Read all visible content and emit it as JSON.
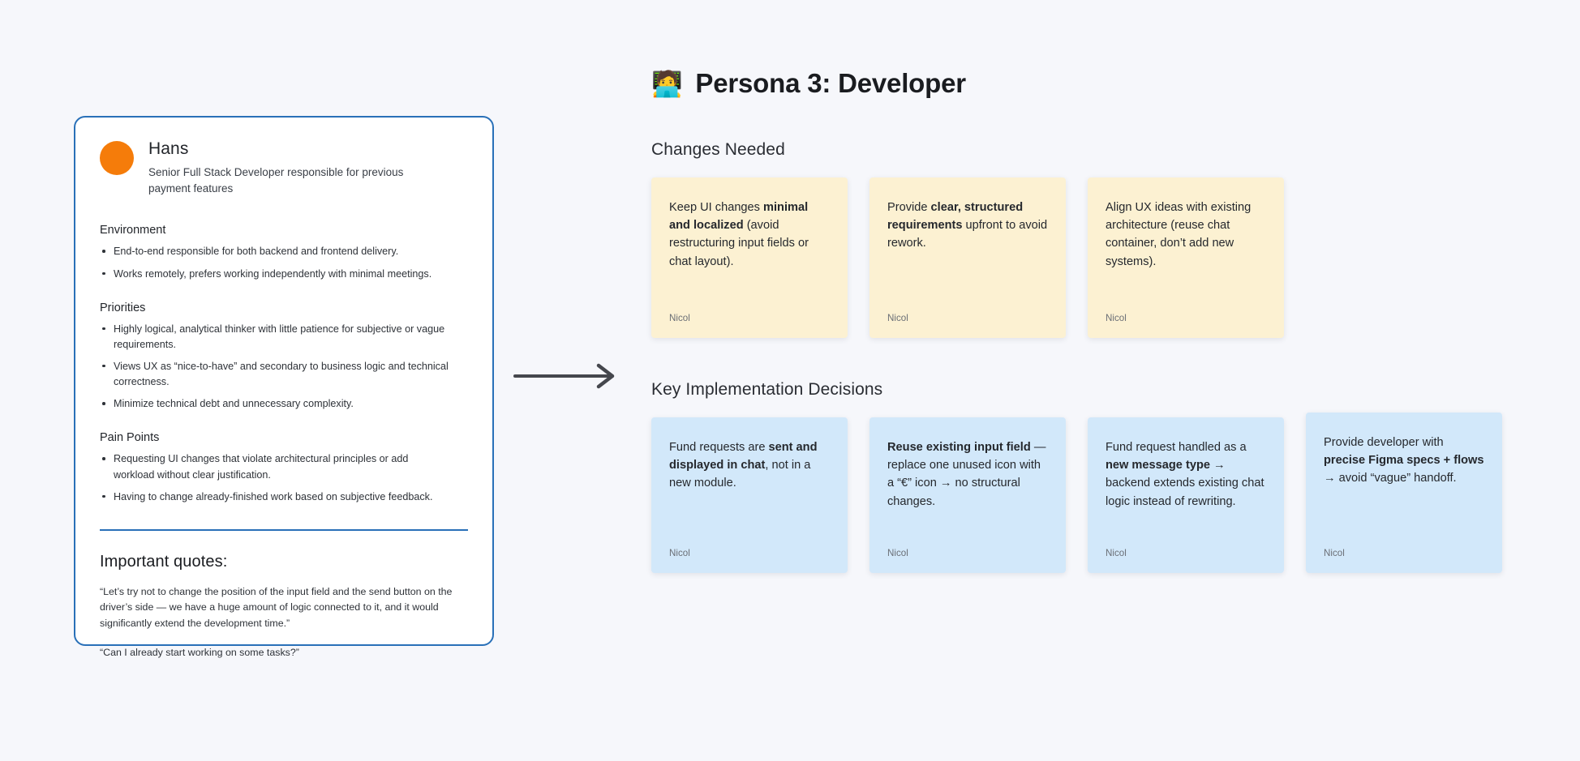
{
  "theme": {
    "page_bg": "#F6F7FB",
    "card_border": "#2970B8",
    "avatar": "#F57C0A",
    "sticky_yellow": "#FCF1D2",
    "sticky_blue": "#D2E8FA",
    "text": "#22252A"
  },
  "persona_card": {
    "name": "Hans",
    "role": "Senior Full Stack Developer responsible for previous payment features",
    "sections": [
      {
        "title": "Environment",
        "items": [
          "End-to-end responsible for both backend and frontend delivery.",
          "Works remotely, prefers working independently with minimal meetings."
        ]
      },
      {
        "title": "Priorities",
        "items": [
          "Highly logical, analytical thinker with little patience for subjective or vague requirements.",
          "Views UX as “nice-to-have” and secondary to business logic and technical correctness.",
          "Minimize technical debt and unnecessary complexity."
        ]
      },
      {
        "title": "Pain Points",
        "items": [
          "Requesting UI changes that violate architectural principles or add workload without clear justification.",
          "Having to change already-finished work based on subjective feedback."
        ]
      }
    ],
    "quotes_title": "Important quotes:",
    "quotes": [
      "“Let’s try not to change the position of the input field and the send button on the driver’s side — we have a huge amount of logic connected to it, and it would significantly extend the development time.”",
      "“Can I already start working on some tasks?”"
    ]
  },
  "header": {
    "emoji": "🧑‍💻",
    "title": "Persona 3: Developer"
  },
  "changes_needed": {
    "heading": "Changes Needed",
    "cards": [
      {
        "html": "Keep UI changes <b>minimal and localized</b> (avoid restructuring input fields or chat layout).",
        "plain": "Keep UI changes minimal and localized (avoid restructuring input fields or chat layout).",
        "author": "Nicol"
      },
      {
        "html": "Provide <b>clear, structured requirements</b> upfront to avoid rework.",
        "plain": "Provide clear, structured requirements upfront to avoid rework.",
        "author": "Nicol"
      },
      {
        "html": "Align UX ideas with existing architecture (reuse chat container, don’t add new systems).",
        "plain": "Align UX ideas with existing architecture (reuse chat container, don’t add new systems).",
        "author": "Nicol"
      }
    ]
  },
  "key_decisions": {
    "heading": "Key Implementation Decisions",
    "cards": [
      {
        "html": "Fund requests are <b>sent and displayed in chat</b>, not in a new module.",
        "plain": "Fund requests are sent and displayed in chat, not in a new module.",
        "author": "Nicol"
      },
      {
        "html": "<b>Reuse existing input field</b> — replace one unused icon with a “€” icon → no structural changes.",
        "plain": "Reuse existing input field — replace one unused icon with a “€” icon → no structural changes.",
        "author": "Nicol"
      },
      {
        "html": "Fund request handled as a <b>new message type →</b> backend extends existing chat logic instead of rewriting.",
        "plain": "Fund request handled as a new message type → backend extends existing chat logic instead of rewriting.",
        "author": "Nicol"
      },
      {
        "html": "Provide developer with <b>precise Figma specs + flows</b> → avoid “vague” handoff.",
        "plain": "Provide developer with precise Figma specs + flows → avoid “vague” handoff.",
        "author": "Nicol"
      }
    ]
  },
  "arrow": {
    "name": "flow-arrow-right"
  }
}
